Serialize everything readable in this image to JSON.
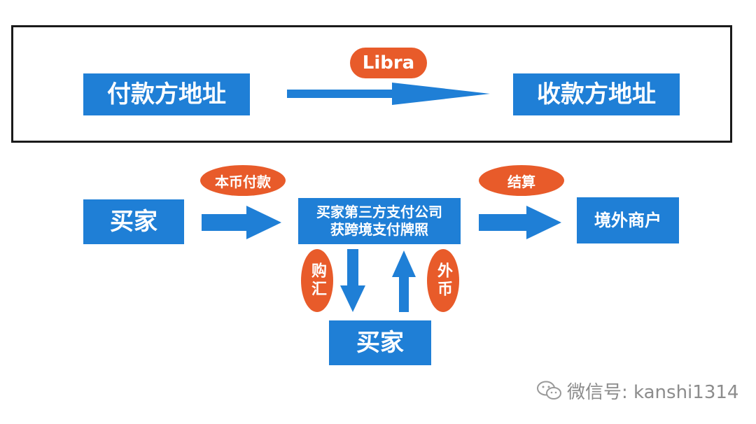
{
  "top": {
    "payer_label": "付款方地址",
    "payee_label": "收款方地址",
    "libra_label": "Libra"
  },
  "bottom": {
    "buyer_left": "买家",
    "local_currency_payment": "本币付款",
    "processor_line1": "买家第三方支付公司",
    "processor_line2": "获跨境支付牌照",
    "settlement": "结算",
    "merchant": "境外商户",
    "fx_purchase": "购汇",
    "foreign_currency": "外币",
    "buyer_bottom": "买家"
  },
  "watermark": {
    "text": "微信号: kanshi1314",
    "icon": "wechat-icon"
  },
  "colors": {
    "box_blue": "#1f7fd6",
    "pill_orange": "#e85b2a",
    "arrow_blue": "#1f7fd6",
    "frame_border": "#1a1a1a"
  }
}
